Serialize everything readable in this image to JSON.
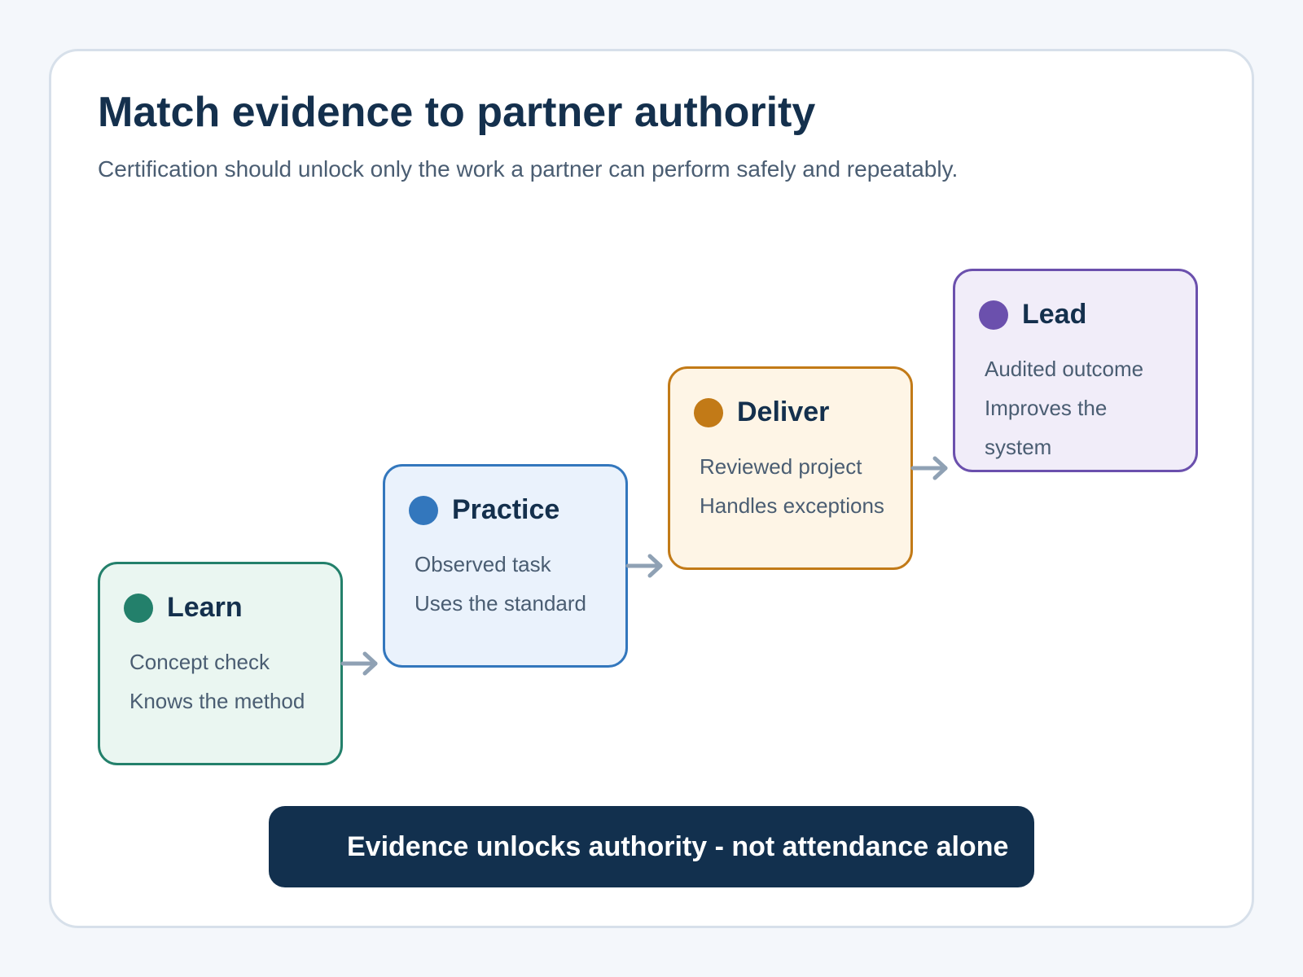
{
  "header": {
    "title": "Match evidence to partner authority",
    "subtitle": "Certification should unlock only the work a partner can perform safely and repeatably."
  },
  "steps": [
    {
      "label": "Learn",
      "lines": [
        "Concept check",
        "Knows the method"
      ],
      "colors": {
        "accent": "#23806b",
        "fill": "#eaf6f1"
      }
    },
    {
      "label": "Practice",
      "lines": [
        "Observed task",
        "Uses the standard"
      ],
      "colors": {
        "accent": "#3377bd",
        "fill": "#eaf2fc"
      }
    },
    {
      "label": "Deliver",
      "lines": [
        "Reviewed project",
        "Handles exceptions"
      ],
      "colors": {
        "accent": "#c27a17",
        "fill": "#fef5e6"
      }
    },
    {
      "label": "Lead",
      "lines": [
        "Audited outcome",
        "Improves the",
        "system"
      ],
      "colors": {
        "accent": "#6b50ad",
        "fill": "#f1edf9"
      }
    }
  ],
  "connector": {
    "icon": "arrow-right-icon",
    "color": "#8fa1b4"
  },
  "footer": {
    "message": "Evidence unlocks authority - not attendance alone",
    "background": "#12304e"
  }
}
